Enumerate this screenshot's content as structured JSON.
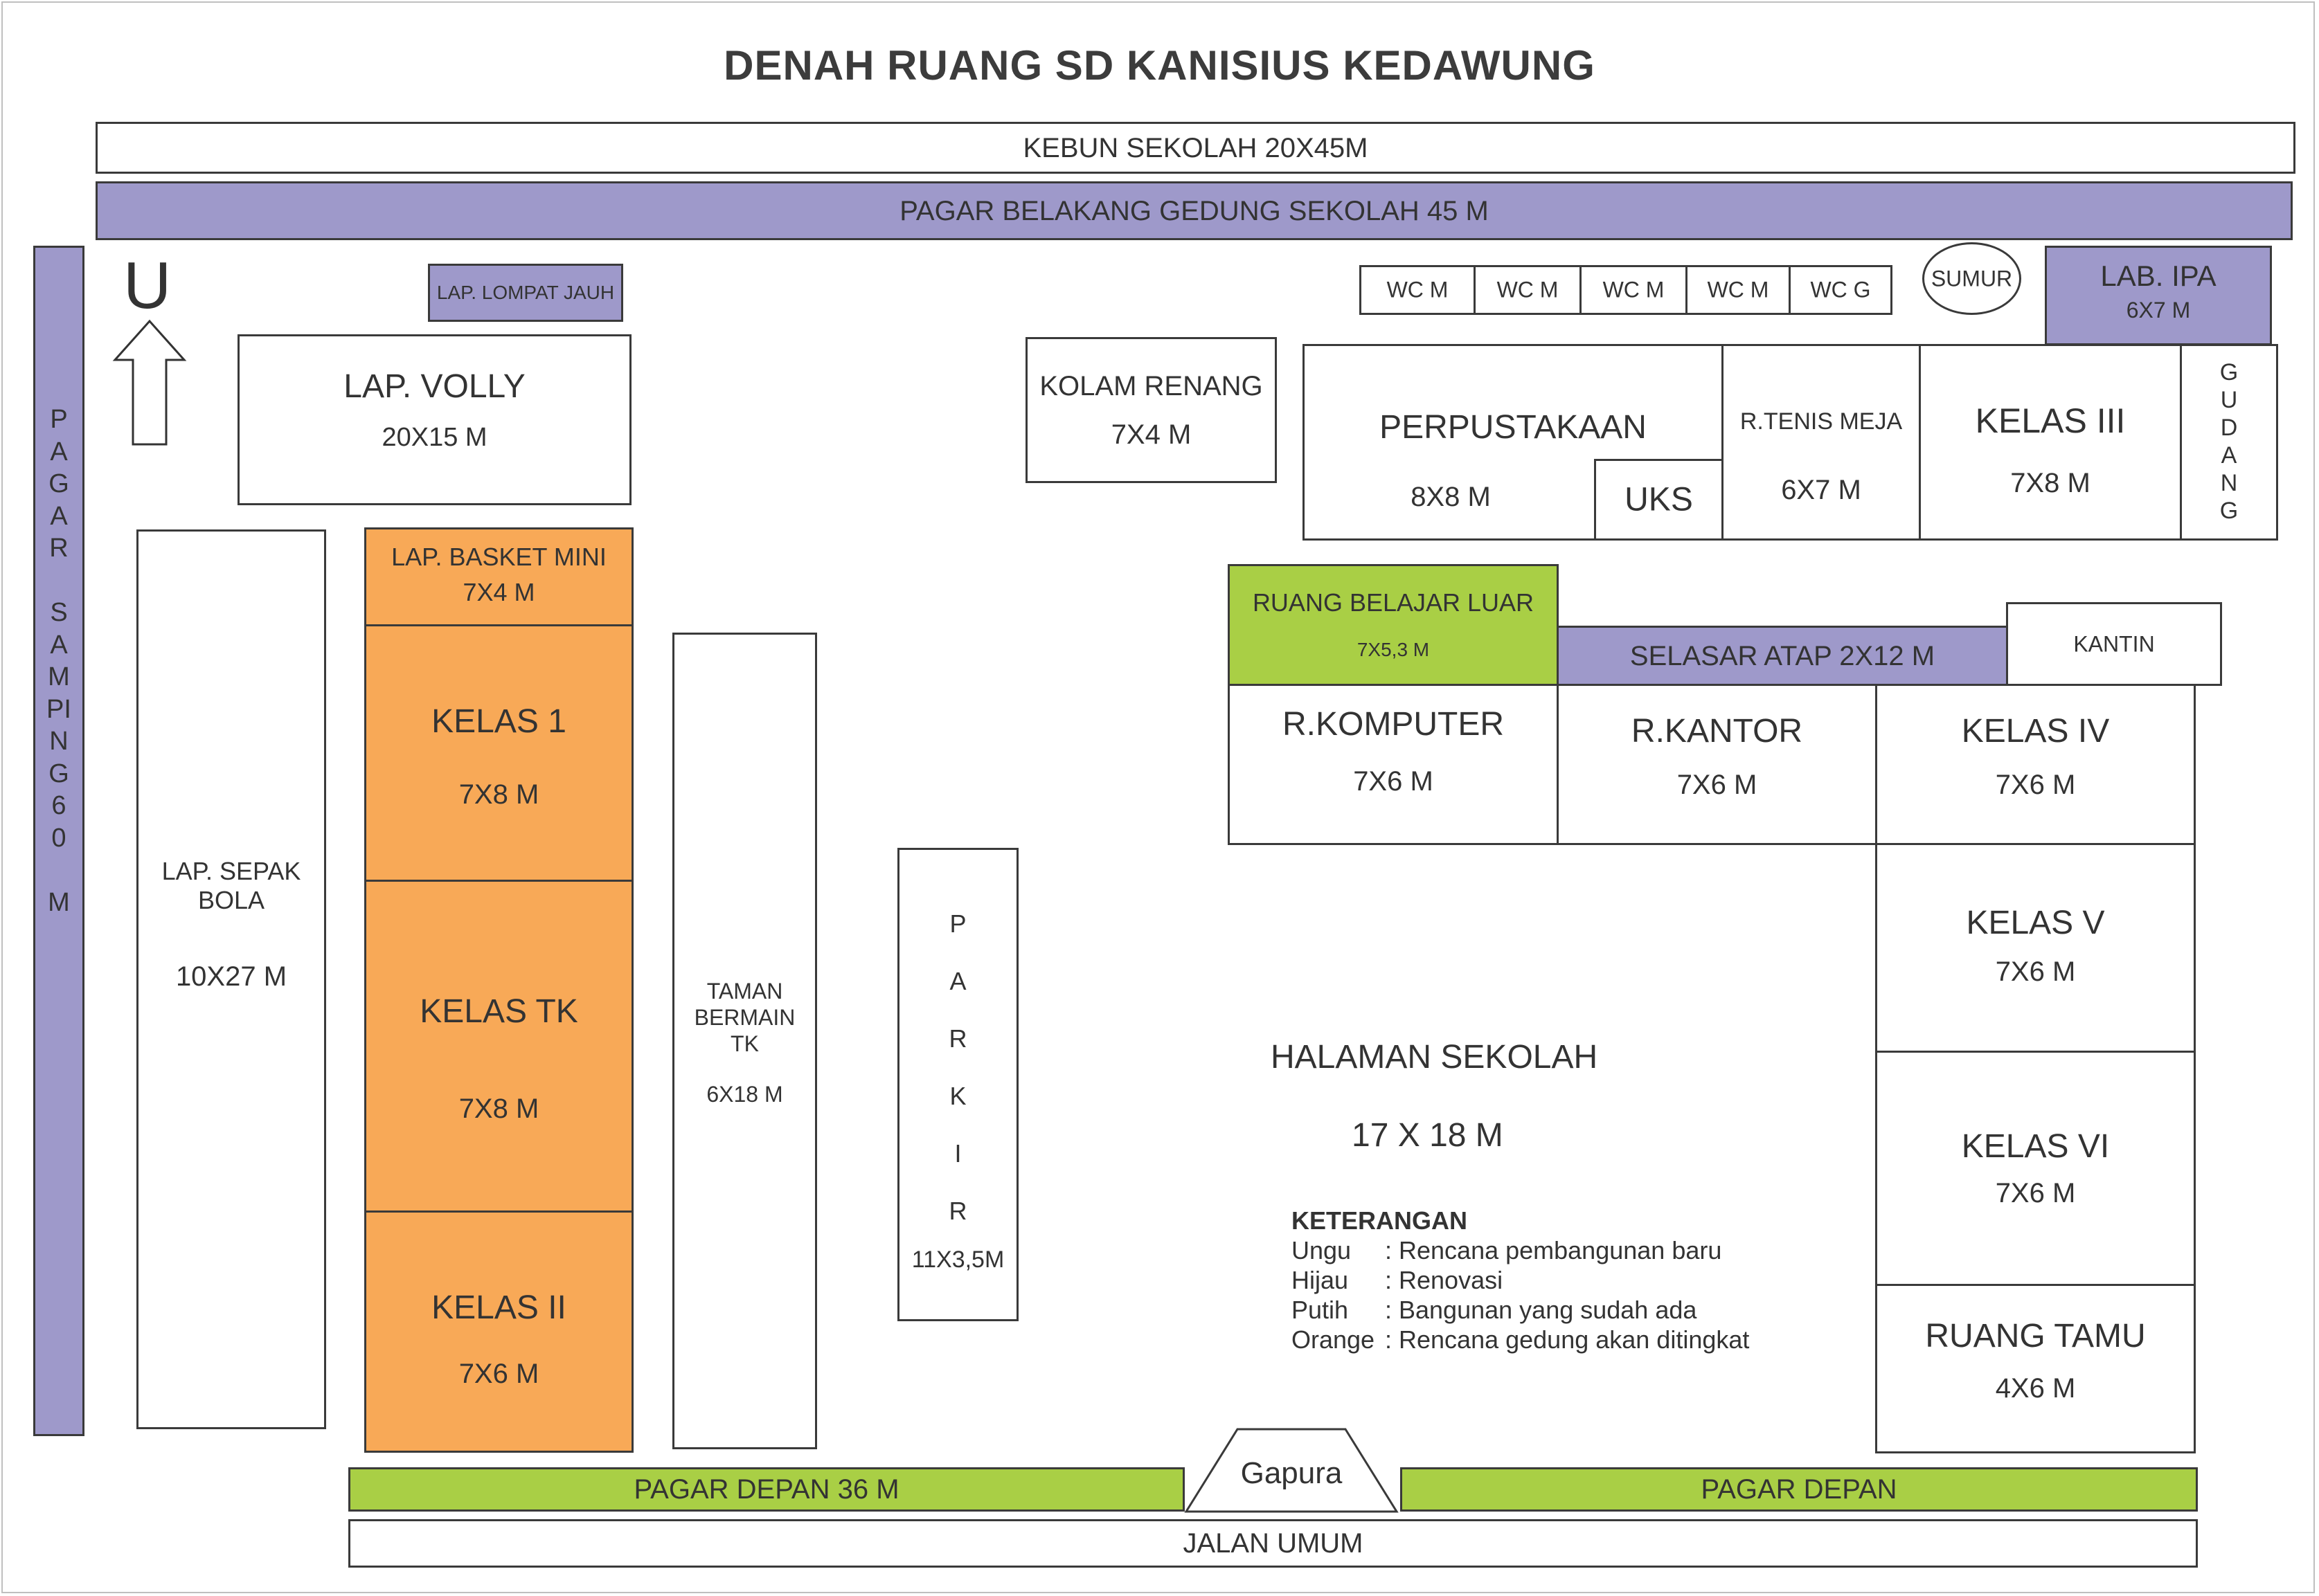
{
  "title": "DENAH RUANG SD KANISIUS KEDAWUNG",
  "north": "U",
  "colors": {
    "ungu": "#9e99ca",
    "hijau": "#a9cf45",
    "putih": "#ffffff",
    "orange": "#f8a957"
  },
  "areas": {
    "kebun": "KEBUN SEKOLAH 20X45M",
    "pagar_belakang": "PAGAR BELAKANG GEDUNG SEKOLAH 45 M",
    "pagar_samping": "P\nA\nG\nA\nR\n\nS\nA\nM\nPI\nN\nG\n6\n0\n\nM",
    "lompat_jauh": "LAP. LOMPAT JAUH",
    "volly": {
      "name": "LAP. VOLLY",
      "size": "20X15 M"
    },
    "kolam": {
      "name": "KOLAM RENANG",
      "size": "7X4 M"
    },
    "wc": [
      "WC M",
      "WC M",
      "WC M",
      "WC M",
      "WC G"
    ],
    "sumur": "SUMUR",
    "lab_ipa": {
      "name": "LAB. IPA",
      "size": "6X7 M"
    },
    "perpustakaan": {
      "name": "PERPUSTAKAAN",
      "size": "8X8 M"
    },
    "uks": "UKS",
    "tenis": {
      "name": "R.TENIS MEJA",
      "size": "6X7 M"
    },
    "kelas3": {
      "name": "KELAS III",
      "size": "7X8 M"
    },
    "gudang": "G\nU\nD\nA\nN\nG",
    "sepak_bola": {
      "name": "LAP. SEPAK\nBOLA",
      "size": "10X27 M"
    },
    "basket": {
      "name": "LAP. BASKET MINI",
      "size": "7X4 M"
    },
    "kelas1": {
      "name": "KELAS 1",
      "size": "7X8 M"
    },
    "kelas_tk": {
      "name": "KELAS TK",
      "size": "7X8 M"
    },
    "kelas2": {
      "name": "KELAS II",
      "size": "7X6 M"
    },
    "taman": {
      "name": "TAMAN\nBERMAIN\nTK",
      "size": "6X18 M"
    },
    "parkir": {
      "name": "P\nA\nR\nK\nI\nR",
      "size": "11X3,5M"
    },
    "ruang_belajar": {
      "name": "RUANG BELAJAR LUAR",
      "size": "7X5,3 M"
    },
    "selasar": "SELASAR ATAP 2X12 M",
    "kantin": "KANTIN",
    "komputer": {
      "name": "R.KOMPUTER",
      "size": "7X6 M"
    },
    "kantor": {
      "name": "R.KANTOR",
      "size": "7X6 M"
    },
    "kelas4": {
      "name": "KELAS IV",
      "size": "7X6 M"
    },
    "kelas5": {
      "name": "KELAS V",
      "size": "7X6 M"
    },
    "kelas6": {
      "name": "KELAS VI",
      "size": "7X6 M"
    },
    "tamu": {
      "name": "RUANG TAMU",
      "size": "4X6 M"
    },
    "halaman": {
      "name": "HALAMAN SEKOLAH",
      "size": "17 X 18 M"
    },
    "pagar_depan_kiri": "PAGAR DEPAN 36 M",
    "gapura": "Gapura",
    "pagar_depan_kanan": "PAGAR DEPAN",
    "jalan": "JALAN UMUM"
  },
  "legend": {
    "title": "KETERANGAN",
    "rows": [
      {
        "key": "Ungu",
        "value": ": Rencana pembangunan baru"
      },
      {
        "key": "Hijau",
        "value": ": Renovasi"
      },
      {
        "key": "Putih",
        "value": ": Bangunan yang sudah ada"
      },
      {
        "key": "Orange",
        "value": ": Rencana gedung akan ditingkat"
      }
    ]
  }
}
